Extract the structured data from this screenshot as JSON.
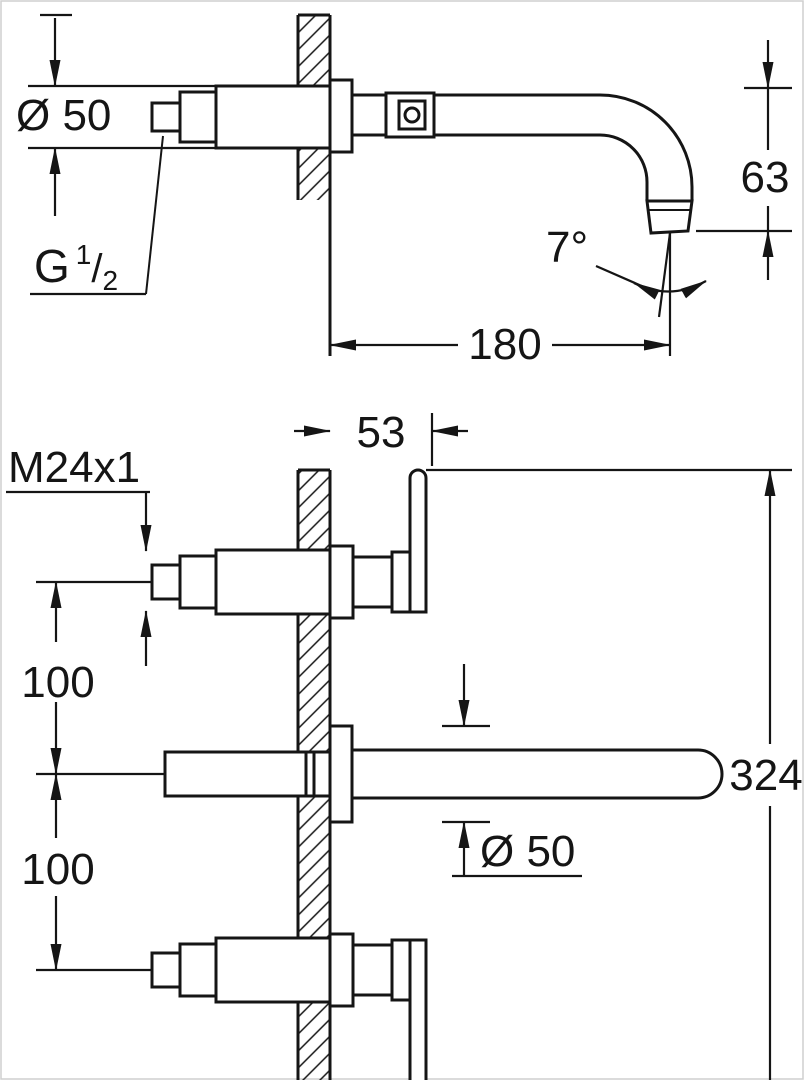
{
  "colors": {
    "ink": "#151515",
    "background": "#ffffff"
  },
  "top_view": {
    "dims": {
      "body_diameter": "Ø 50",
      "thread_letter": "G",
      "thread_numerator": "1",
      "thread_slash": "/",
      "thread_denominator": "2",
      "spout_drop": "63",
      "outlet_angle": "7°",
      "spout_reach": "180"
    }
  },
  "front_view": {
    "dims": {
      "handle_thread": "M24x1",
      "wall_to_handle": "53",
      "upper_spacing": "100",
      "lower_spacing": "100",
      "overall_height": "324",
      "escutcheon_diameter": "Ø 50"
    }
  }
}
